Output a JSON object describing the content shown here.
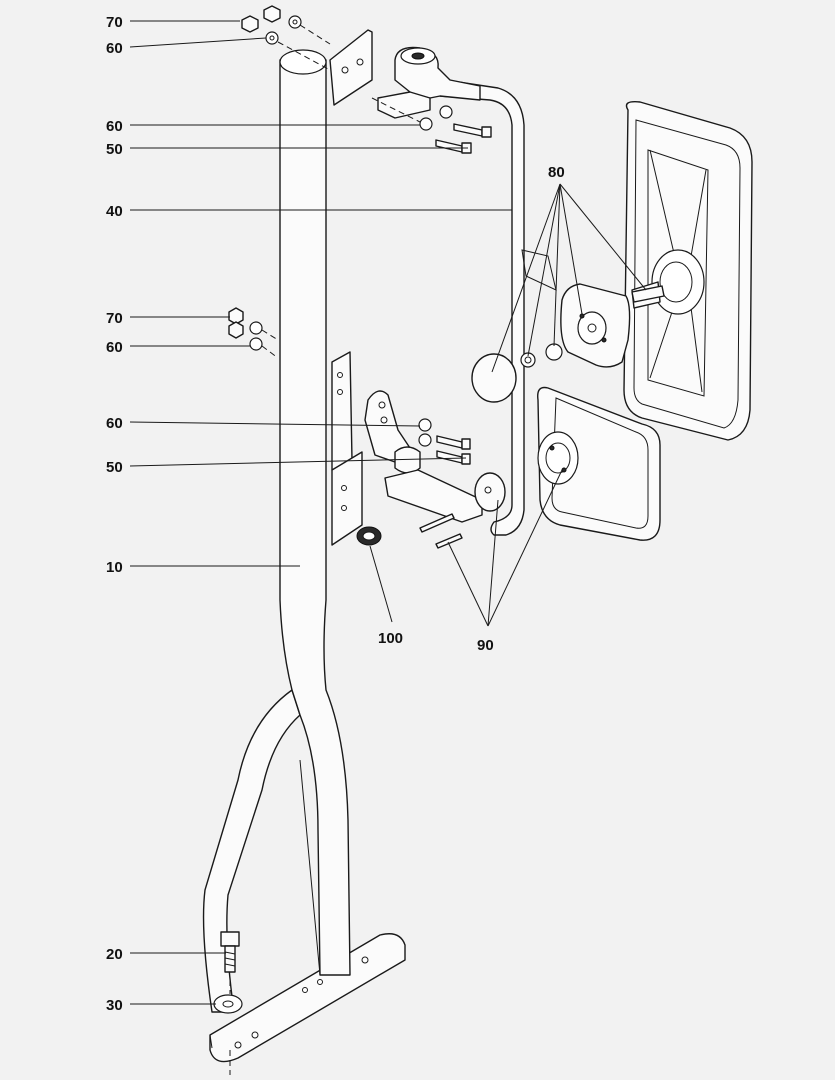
{
  "callouts": [
    {
      "id": "70",
      "text": "70"
    },
    {
      "id": "60",
      "text": "60"
    },
    {
      "id": "50",
      "text": "50"
    },
    {
      "id": "40",
      "text": "40"
    },
    {
      "id": "10",
      "text": "10"
    },
    {
      "id": "20",
      "text": "20"
    },
    {
      "id": "30",
      "text": "30"
    },
    {
      "id": "80",
      "text": "80"
    },
    {
      "id": "90",
      "text": "90"
    },
    {
      "id": "100",
      "text": "100"
    }
  ]
}
